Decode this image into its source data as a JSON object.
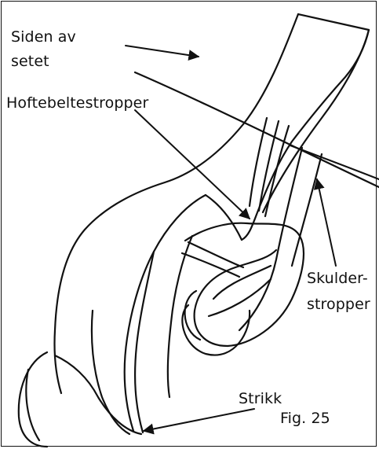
{
  "labels": {
    "side_line1": "Siden av",
    "side_line2": "setet",
    "hip_straps": "Hoftebeltestropper",
    "shoulder_line1": "Skulder-",
    "shoulder_line2": "stropper",
    "elastic": "Strikk",
    "figure": "Fig. 25"
  }
}
